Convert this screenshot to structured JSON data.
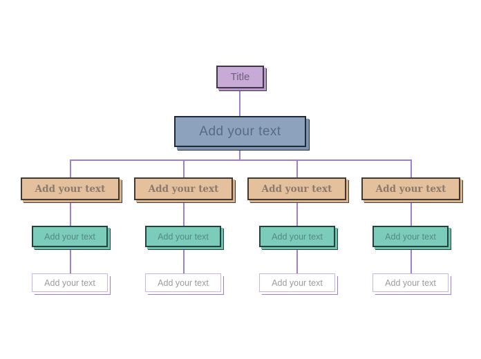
{
  "colors": {
    "canvas-bg": "#ffffff",
    "connector": "#9d7ed4",
    "title-fill": "#c7aad5",
    "title-border": "#40344c",
    "title-shadow": "#b89bc9",
    "title-text": "#6e5f7e",
    "root-fill": "#8ca2bd",
    "root-border": "#1e2836",
    "root-shadow": "#7e95b1",
    "root-text": "#5a6b81",
    "l1-fill": "#e4c09d",
    "l1-border": "#42382e",
    "l1-shadow": "#d8b38e",
    "l1-text": "#8a7a6b",
    "l2-fill": "#7cccbc",
    "l2-border": "#23423d",
    "l2-shadow": "#6fc0af",
    "l2-text": "#55897f",
    "l3-fill": "#ffffff",
    "l3-border": "#c9b6e6",
    "l3-shadow": "#9c79d2",
    "l3-text": "#9b9b9b"
  },
  "diagram": {
    "title": {
      "label": "Title"
    },
    "root": {
      "label": "Add your text"
    },
    "columns": [
      {
        "level1": {
          "label": "Add your text"
        },
        "level2": {
          "label": "Add your text"
        },
        "level3": {
          "label": "Add your text"
        }
      },
      {
        "level1": {
          "label": "Add your text"
        },
        "level2": {
          "label": "Add your text"
        },
        "level3": {
          "label": "Add your text"
        }
      },
      {
        "level1": {
          "label": "Add your text"
        },
        "level2": {
          "label": "Add your text"
        },
        "level3": {
          "label": "Add your text"
        }
      },
      {
        "level1": {
          "label": "Add your text"
        },
        "level2": {
          "label": "Add your text"
        },
        "level3": {
          "label": "Add your text"
        }
      }
    ]
  }
}
